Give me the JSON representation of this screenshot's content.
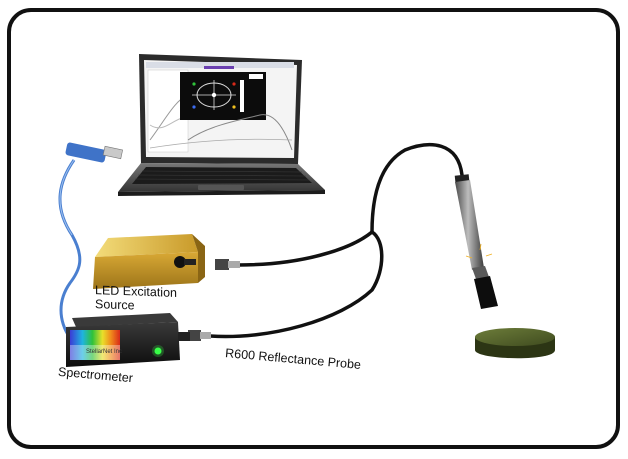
{
  "labels": {
    "led_line1": "LED Excitation",
    "led_line2": "Source",
    "spectrometer": "Spectrometer",
    "probe": "R600 Reflectance Probe",
    "brand": "StellarNet Inc"
  },
  "colors": {
    "frame": "#111111",
    "usb_cable": "#4a7fd0",
    "led_housing": "#d9a935",
    "sample_disc": "#4f5e2a",
    "fiber": "#111111"
  }
}
